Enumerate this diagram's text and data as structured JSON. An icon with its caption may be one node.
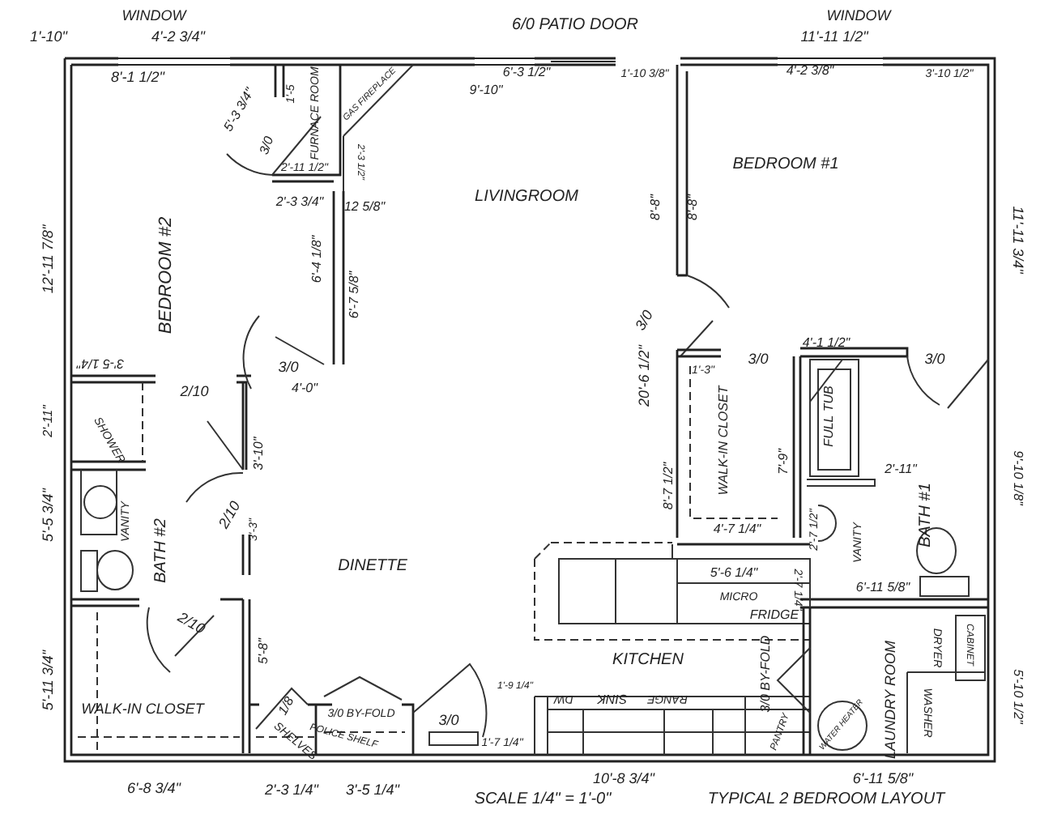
{
  "diagram": {
    "caption": "TYPICAL 2 BEDROOM LAYOUT",
    "labels": [
      "WINDOW",
      "1'-10\"",
      "4'-2 3/4\"",
      "6/0 PATIO DOOR",
      "WINDOW",
      "11'-11 1/2\"",
      "8'-1 1/2\"",
      "1'-5",
      "FURNACE ROOM",
      "GAS FIREPLACE",
      "6'-3 1/2\"",
      "9'-10\"",
      "1'-10 3/8\"",
      "4'-2 3/8\"",
      "3'-10 1/2\"",
      "5'-3 3/4\"",
      "3/0",
      "2'-3 1/2\"",
      "2'-11 1/2\"",
      "2'-3 3/4\"",
      "12 5/8\"",
      "LIVINGROOM",
      "8'-8\"",
      "8'-8\"",
      "BEDROOM #1",
      "12'-11 7/8\"",
      "11'-11 3/4\"",
      "BEDROOM #2",
      "6'-4 1/8\"",
      "6'-7 5/8\"",
      "3'-5 1/4\"",
      "3/0",
      "4'-0\"",
      "3/0",
      "20'-6 1/2\"",
      "4'-1 1/2\"",
      "3/0",
      "3/0",
      "1'-3\"",
      "2/10",
      "2'-11\"",
      "SHOWER",
      "3'-10\"",
      "FULL TUB",
      "2'-11\"",
      "WALK-IN CLOSET",
      "7'-9\"",
      "8'-7 1/2\"",
      "2/10",
      "3'-3\"",
      "VANITY",
      "BATH #2",
      "5'-5 3/4\"",
      "4'-7 1/4\"",
      "BATH #1",
      "9'-10 1/8\"",
      "2'-7 1/2\"",
      "VANITY",
      "DINETTE",
      "5'-6 1/4\"",
      "2'-7 1/4\"",
      "MICRO",
      "6'-11 5/8\"",
      "FRIDGE",
      "2/10",
      "5'-8\"",
      "5'-11 3/4\"",
      "KITCHEN",
      "DRYER",
      "CABINET",
      "3/0 BY-FOLD",
      "LAUNDRY ROOM",
      "1/8",
      "3/0 BY-FOLD",
      "3/0",
      "WALK-IN CLOSET",
      "1'-9 1/4\"",
      "DW",
      "SINK",
      "RANGE",
      "PANTRY",
      "WATER HEATER",
      "WASHER",
      "SHELVES",
      "POLICE SHELF",
      "1'-7 1/4\"",
      "6'-8 3/4\"",
      "2'-3 1/4\"",
      "3'-5 1/4\"",
      "10'-8 3/4\"",
      "6'-11 5/8\"",
      "5'-10 1/2\"",
      "SCALE 1/4\" = 1'-0\""
    ]
  }
}
